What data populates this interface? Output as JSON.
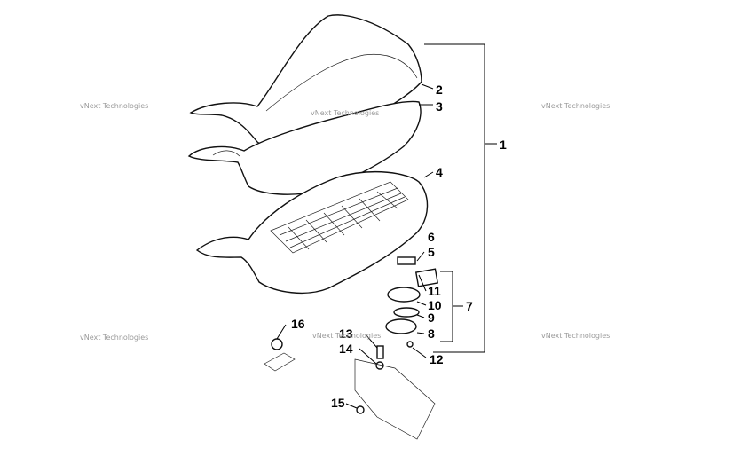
{
  "watermarks": [
    "vNext Technologies",
    "vNext Technologies",
    "vNext Technologies",
    "vNext Technologies",
    "vNext Technologies",
    "vNext Technologies"
  ],
  "callouts": [
    "1",
    "2",
    "3",
    "4",
    "5",
    "6",
    "7",
    "8",
    "9",
    "10",
    "11",
    "12",
    "13",
    "14",
    "15",
    "16"
  ]
}
